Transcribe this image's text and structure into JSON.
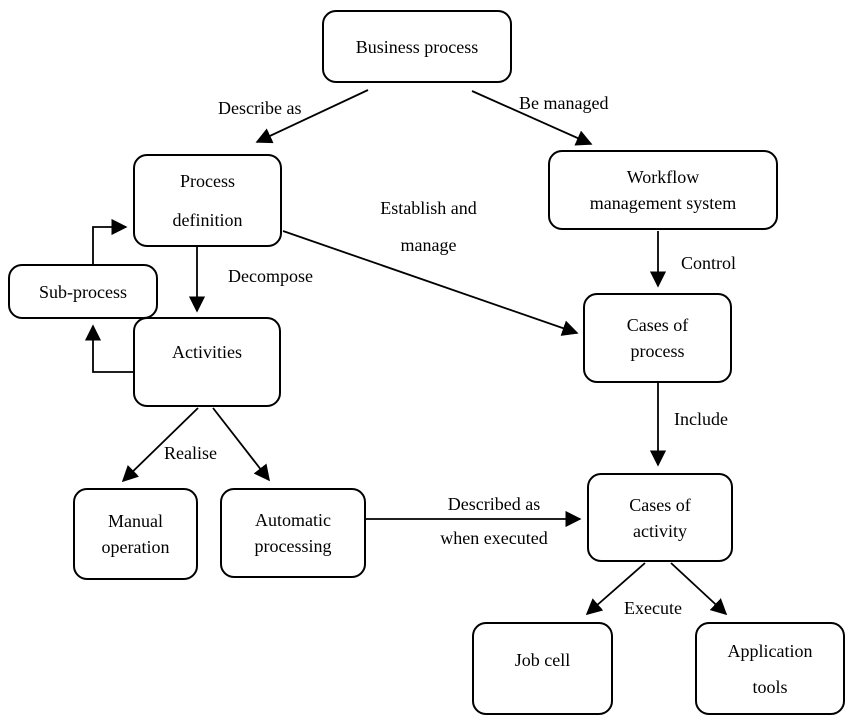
{
  "diagram": {
    "title": "Business process / workflow concept diagram",
    "colors": {
      "line": "#000000",
      "box_border": "#000000",
      "box_fill": "#ffffff",
      "background": "#ffffff",
      "text": "#000000"
    },
    "nodes": {
      "business_process": {
        "label": "Business process"
      },
      "process_definition": {
        "label": "Process\ndefinition"
      },
      "workflow_management_system": {
        "label": "Workflow\nmanagement system"
      },
      "sub_process": {
        "label": "Sub-process"
      },
      "activities": {
        "label": "Activities"
      },
      "cases_of_process": {
        "label": "Cases of\nprocess"
      },
      "manual_operation": {
        "label": "Manual\noperation"
      },
      "automatic_processing": {
        "label": "Automatic\nprocessing"
      },
      "cases_of_activity": {
        "label": "Cases of\nactivity"
      },
      "job_cell": {
        "label": "Job cell"
      },
      "application_tools": {
        "label": "Application\ntools"
      }
    },
    "edge_labels": {
      "describe_as": "Describe as",
      "be_managed": "Be managed",
      "decompose": "Decompose",
      "establish_and_manage": "Establish and\nmanage",
      "control": "Control",
      "include": "Include",
      "realise": "Realise",
      "described_as_when_executed": "Described as\nwhen executed",
      "execute": "Execute"
    },
    "edges": [
      {
        "from": "business_process",
        "to": "process_definition",
        "label": "Describe as"
      },
      {
        "from": "business_process",
        "to": "workflow_management_system",
        "label": "Be managed"
      },
      {
        "from": "process_definition",
        "to": "activities",
        "label": "Decompose"
      },
      {
        "from": "process_definition",
        "to": "cases_of_process",
        "label": "Establish and manage"
      },
      {
        "from": "workflow_management_system",
        "to": "cases_of_process",
        "label": "Control"
      },
      {
        "from": "cases_of_process",
        "to": "cases_of_activity",
        "label": "Include"
      },
      {
        "from": "activities",
        "to": "manual_operation",
        "label": "Realise"
      },
      {
        "from": "activities",
        "to": "automatic_processing",
        "label": "Realise"
      },
      {
        "from": "automatic_processing",
        "to": "cases_of_activity",
        "label": "Described as when executed"
      },
      {
        "from": "cases_of_activity",
        "to": "job_cell",
        "label": "Execute"
      },
      {
        "from": "cases_of_activity",
        "to": "application_tools",
        "label": "Execute"
      },
      {
        "from": "activities",
        "to": "sub_process",
        "label": ""
      },
      {
        "from": "sub_process",
        "to": "process_definition",
        "label": ""
      }
    ]
  }
}
